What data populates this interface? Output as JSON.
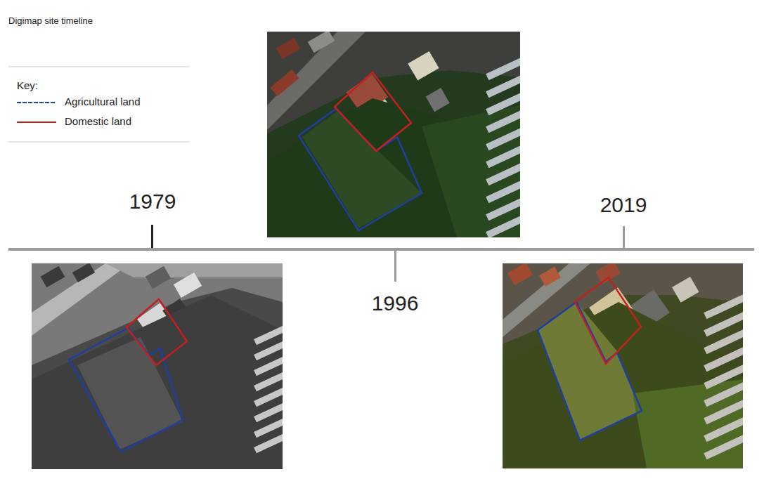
{
  "diagram": {
    "title": "Digimap site timeline",
    "labels": [
      "Key:",
      "1979",
      "1996",
      "2019"
    ],
    "legend": [
      {
        "text": "Agricultural land"
      },
      {
        "text": "Domestic land"
      }
    ]
  }
}
